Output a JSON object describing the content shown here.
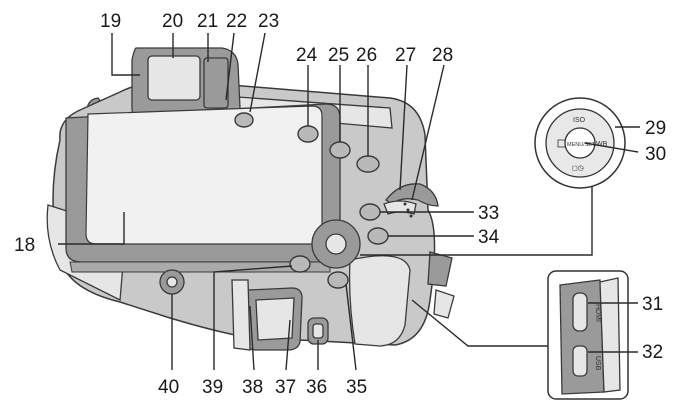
{
  "callouts": [
    {
      "id": "19",
      "text": "19"
    },
    {
      "id": "20",
      "text": "20"
    },
    {
      "id": "21",
      "text": "21"
    },
    {
      "id": "22",
      "text": "22"
    },
    {
      "id": "23",
      "text": "23"
    },
    {
      "id": "24",
      "text": "24"
    },
    {
      "id": "25",
      "text": "25"
    },
    {
      "id": "26",
      "text": "26"
    },
    {
      "id": "27",
      "text": "27"
    },
    {
      "id": "28",
      "text": "28"
    },
    {
      "id": "29",
      "text": "29"
    },
    {
      "id": "30",
      "text": "30"
    },
    {
      "id": "31",
      "text": "31"
    },
    {
      "id": "32",
      "text": "32"
    },
    {
      "id": "33",
      "text": "33"
    },
    {
      "id": "34",
      "text": "34"
    },
    {
      "id": "35",
      "text": "35"
    },
    {
      "id": "36",
      "text": "36"
    },
    {
      "id": "37",
      "text": "37"
    },
    {
      "id": "38",
      "text": "38"
    },
    {
      "id": "39",
      "text": "39"
    },
    {
      "id": "40",
      "text": "40"
    },
    {
      "id": "18",
      "text": "18"
    }
  ],
  "cursor_pad": {
    "top": "ISO",
    "right": "WB",
    "center": "MENU/SET"
  },
  "ports": {
    "hdmi": "HDMI",
    "usb": "USB"
  }
}
